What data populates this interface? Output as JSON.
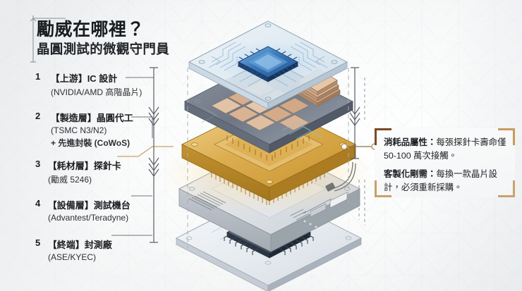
{
  "title": {
    "main": "勵威在哪裡？",
    "sub": "晶圓測試的微觀守門員"
  },
  "stack_list": [
    {
      "num": "1",
      "head": "【上游】IC 設計",
      "sub": "(NVIDIA/AMD 高階晶片)",
      "icon": "leader-line-icon"
    },
    {
      "num": "2",
      "head": "【製造層】晶圓代工",
      "sub": "(TSMC N3/N2)",
      "sub2": "+ 先進封裝 (CoWoS)",
      "icon": "leader-line-icon"
    },
    {
      "num": "3",
      "head": "【耗材層】探針卡",
      "sub": "(勵威 5246)",
      "icon": "leader-line-highlight-icon"
    },
    {
      "num": "4",
      "head": "【設備層】測試機台",
      "sub": "(Advantest/Teradyne)",
      "icon": "leader-line-icon"
    },
    {
      "num": "5",
      "head": "【終端】封測廠",
      "sub": "(ASE/KYEC)",
      "icon": "leader-line-icon"
    }
  ],
  "callout": {
    "line1_label": "消耗品屬性：",
    "line1_text": "每張探針卡壽命僅 50-100 萬次接觸。",
    "line2_label": "客製化剛需：",
    "line2_text": "每換一款晶片設計，必須重新採購。"
  },
  "diagram": {
    "layers": [
      {
        "name": "ic-design-board-layer",
        "label_ref": "1"
      },
      {
        "name": "wafer-foundry-layer",
        "label_ref": "2"
      },
      {
        "name": "probe-card-layer",
        "label_ref": "3"
      },
      {
        "name": "test-machine-layer",
        "label_ref": "4"
      },
      {
        "name": "ose-package-board-layer",
        "label_ref": "5"
      }
    ]
  },
  "colors": {
    "background": "#f3f4f5",
    "title_text": "#191c1f",
    "body_text": "#2c3034",
    "probe_card_gold": "#d9a43f",
    "callout_bracket_dark": "#7a4a22",
    "callout_bracket_light": "#c9a06a",
    "highlight_leader": "#c8a264",
    "dimension_line": "#6b6f74",
    "chip_blue": "#3f7fc1"
  }
}
